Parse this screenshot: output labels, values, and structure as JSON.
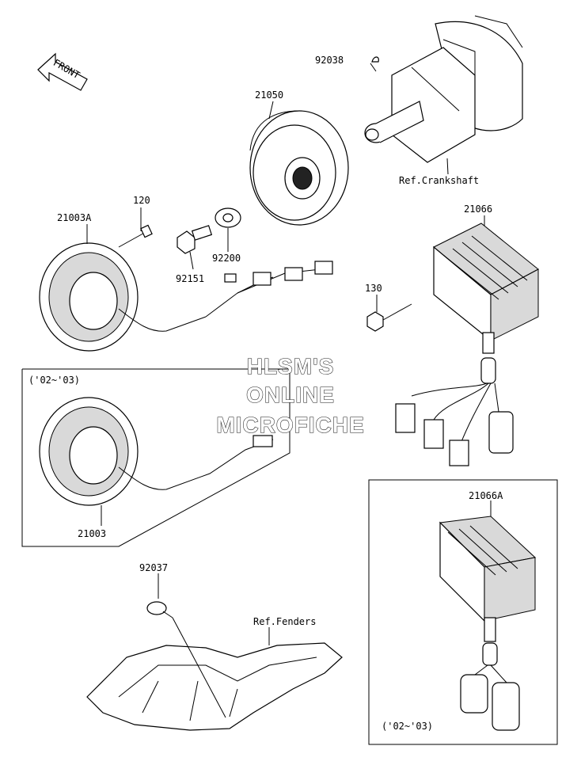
{
  "direction": {
    "front": "FRONT"
  },
  "labels": {
    "p92038": "92038",
    "p21050": "21050",
    "crankshaft": "Ref.Crankshaft",
    "p120": "120",
    "p21003A": "21003A",
    "p21066": "21066",
    "p92200": "92200",
    "p92151": "92151",
    "p130": "130",
    "years_stator": "('02~'03)",
    "p21003": "21003",
    "p21066A": "21066A",
    "p92037": "92037",
    "fenders": "Ref.Fenders",
    "years_regulator": "('02~'03)"
  },
  "watermark": {
    "line1": "HLSM'S",
    "line2": "ONLINE",
    "line3": "MICROFICHE"
  }
}
